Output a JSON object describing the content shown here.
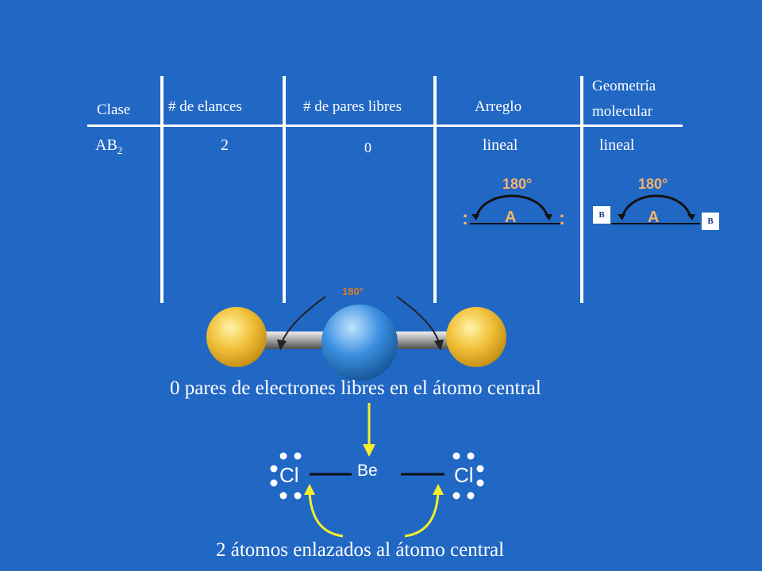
{
  "table": {
    "headers": {
      "class": "Clase",
      "bonds": "# de elances",
      "lone_pairs": "# de pares libres",
      "arrangement": "Arreglo",
      "geometry_line1": "Geometría",
      "geometry_line2": "molecular"
    },
    "row": {
      "class_main": "AB",
      "class_sub": "2",
      "bonds": "2",
      "lone_pairs": "0",
      "arrangement": "lineal",
      "geometry": "lineal"
    }
  },
  "diagrams": {
    "angle_label": "180°",
    "central_atom": "A",
    "outer_atom": "B",
    "lone_pair_mark": ":"
  },
  "model": {
    "angle_label": "180°"
  },
  "caption_top": "0 pares de electrones libres en el átomo central",
  "lewis": {
    "central": "Be",
    "left": "Cl",
    "right": "Cl"
  },
  "caption_bottom": "2 átomos enlazados al átomo central",
  "colors": {
    "background": "#2167c4",
    "outer_sphere": "#f2c13a",
    "central_sphere": "#3a8ee0",
    "arrow_yellow": "#f5ef2a",
    "diagram_orange": "#f6b26b"
  }
}
